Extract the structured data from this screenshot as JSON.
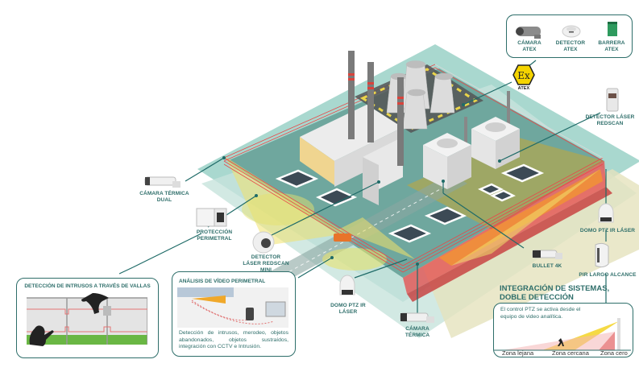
{
  "title": "Seguridad perimetral para planta industrial",
  "colors": {
    "teal_line": "#1f6b68",
    "teal_light": "#a9d8cf",
    "ground_dark": "#6fa79e",
    "yellow_beam": "#f1e26b",
    "red_beam": "#e64a4a",
    "orange_beam": "#f39a2b",
    "atex_yellow": "#f5d400"
  },
  "atex_panel": {
    "items": [
      {
        "icon": "atex-camera-icon",
        "label_line1": "CÁMARA",
        "label_line2": "ATEX"
      },
      {
        "icon": "smoke-detector-icon",
        "label_line1": "DETECTOR",
        "label_line2": "ATEX"
      },
      {
        "icon": "barrier-module-icon",
        "label_line1": "BARRERA",
        "label_line2": "ATEX"
      }
    ]
  },
  "atex_badge": {
    "symbol": "Ex",
    "label": "ATEX"
  },
  "devices": {
    "detector_laser_redscan": {
      "line1": "DETECTOR LÁSER",
      "line2": "REDSCAN"
    },
    "camara_termica_dual": {
      "line1": "CÁMARA TÉRMICA",
      "line2": "DUAL"
    },
    "proteccion_perimetral": {
      "line1": "PROTECCIÓN",
      "line2": "PERIMETRAL"
    },
    "detector_redscan_mini": {
      "line1": "DETECTOR",
      "line2": "LÁSER REDSCAN MINI"
    },
    "domo_ptz_center": {
      "line1": "DOMO PTZ IR LÁSER"
    },
    "camara_termica": {
      "line1": "CÁMARA",
      "line2": "TÉRMICA"
    },
    "bullet_4k": {
      "line1": "BULLET 4K"
    },
    "domo_ptz_right": {
      "line1": "DOMO PTZ IR LÁSER"
    },
    "pir_largo_alcance": {
      "line1": "PIR LARGO ALCANCE"
    }
  },
  "fence_box": {
    "title": "DETECCIÓN DE INTRUSOS A TRAVÉS DE VALLAS"
  },
  "video_box": {
    "title": "ANÁLISIS DE VÍDEO PERIMETRAL",
    "description": "Detección de intrusos, merodeo, objetos abandonados, objetos sustraídos, integración con CCTV e Intrusión."
  },
  "integration": {
    "title_line1": "INTEGRACIÓN DE SISTEMAS,",
    "title_line2": "DOBLE DETECCIÓN",
    "description": "El control PTZ se activa desde el equipo de video analítica.",
    "zones": [
      "Zona lejana",
      "Zona cercana",
      "Zona cero"
    ]
  }
}
